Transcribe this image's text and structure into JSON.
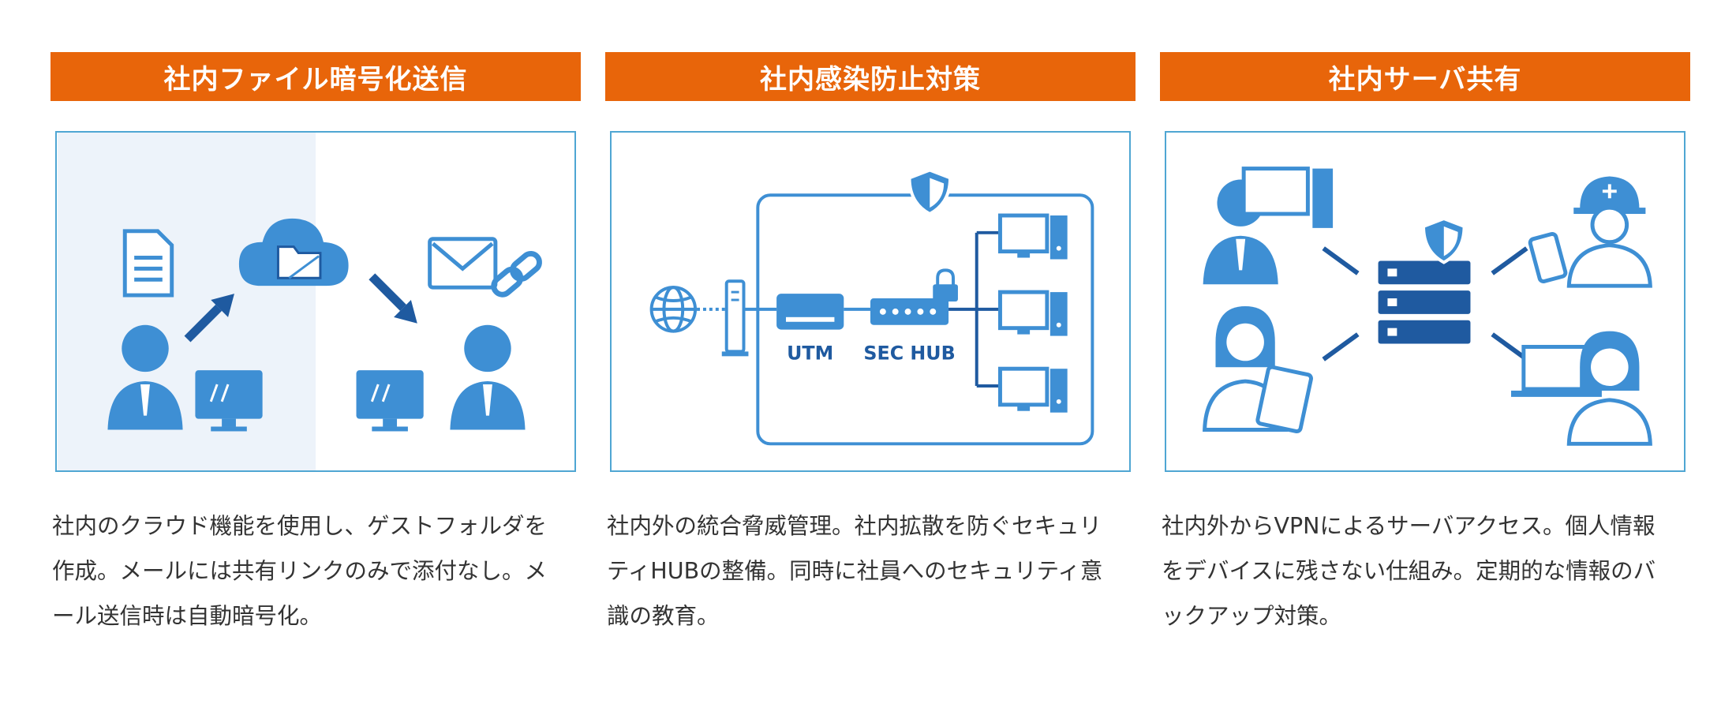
{
  "cards": [
    {
      "title": "社内ファイル暗号化送信",
      "desc_lines": [
        "社内のクラウド機能を使用し、ゲストフォルダを",
        "作成。メールには共有リンクのみで添付なし。メ",
        "ール送信時は自動暗号化。"
      ],
      "icons": [
        "document-icon",
        "cloud-folder-icon",
        "mail-icon",
        "link-icon",
        "user-icon",
        "monitor-icon",
        "arrow-icon"
      ]
    },
    {
      "title": "社内感染防止対策",
      "desc_lines": [
        "社内外の統合脅威管理。社内拡散を防ぐセキュリ",
        "ティHUBの整備。同時に社員へのセキュリティ意",
        "識の教育。"
      ],
      "labels": {
        "utm": "UTM",
        "sechub": "SEC HUB"
      },
      "icons": [
        "globe-icon",
        "router-icon",
        "utm-device-icon",
        "sec-hub-icon",
        "lock-icon",
        "shield-icon",
        "pc-icon"
      ]
    },
    {
      "title": "社内サーバ共有",
      "desc_lines": [
        "社内外からVPNによるサーバアクセス。個人情報",
        "をデバイスに残さない仕組み。定期的な情報のバ",
        "ックアップ対策。"
      ],
      "icons": [
        "server-icon",
        "shield-icon",
        "user-icon",
        "worker-icon",
        "tablet-icon",
        "laptop-icon",
        "arrow-icon"
      ]
    }
  ],
  "colors": {
    "header_bg": "#e8650a",
    "header_text": "#ffffff",
    "icon_blue": "#3e8fd4",
    "dark_blue": "#1f5aa0",
    "border": "#4fa6d3",
    "light_panel": "#edf3fa",
    "body_text": "#333333"
  }
}
